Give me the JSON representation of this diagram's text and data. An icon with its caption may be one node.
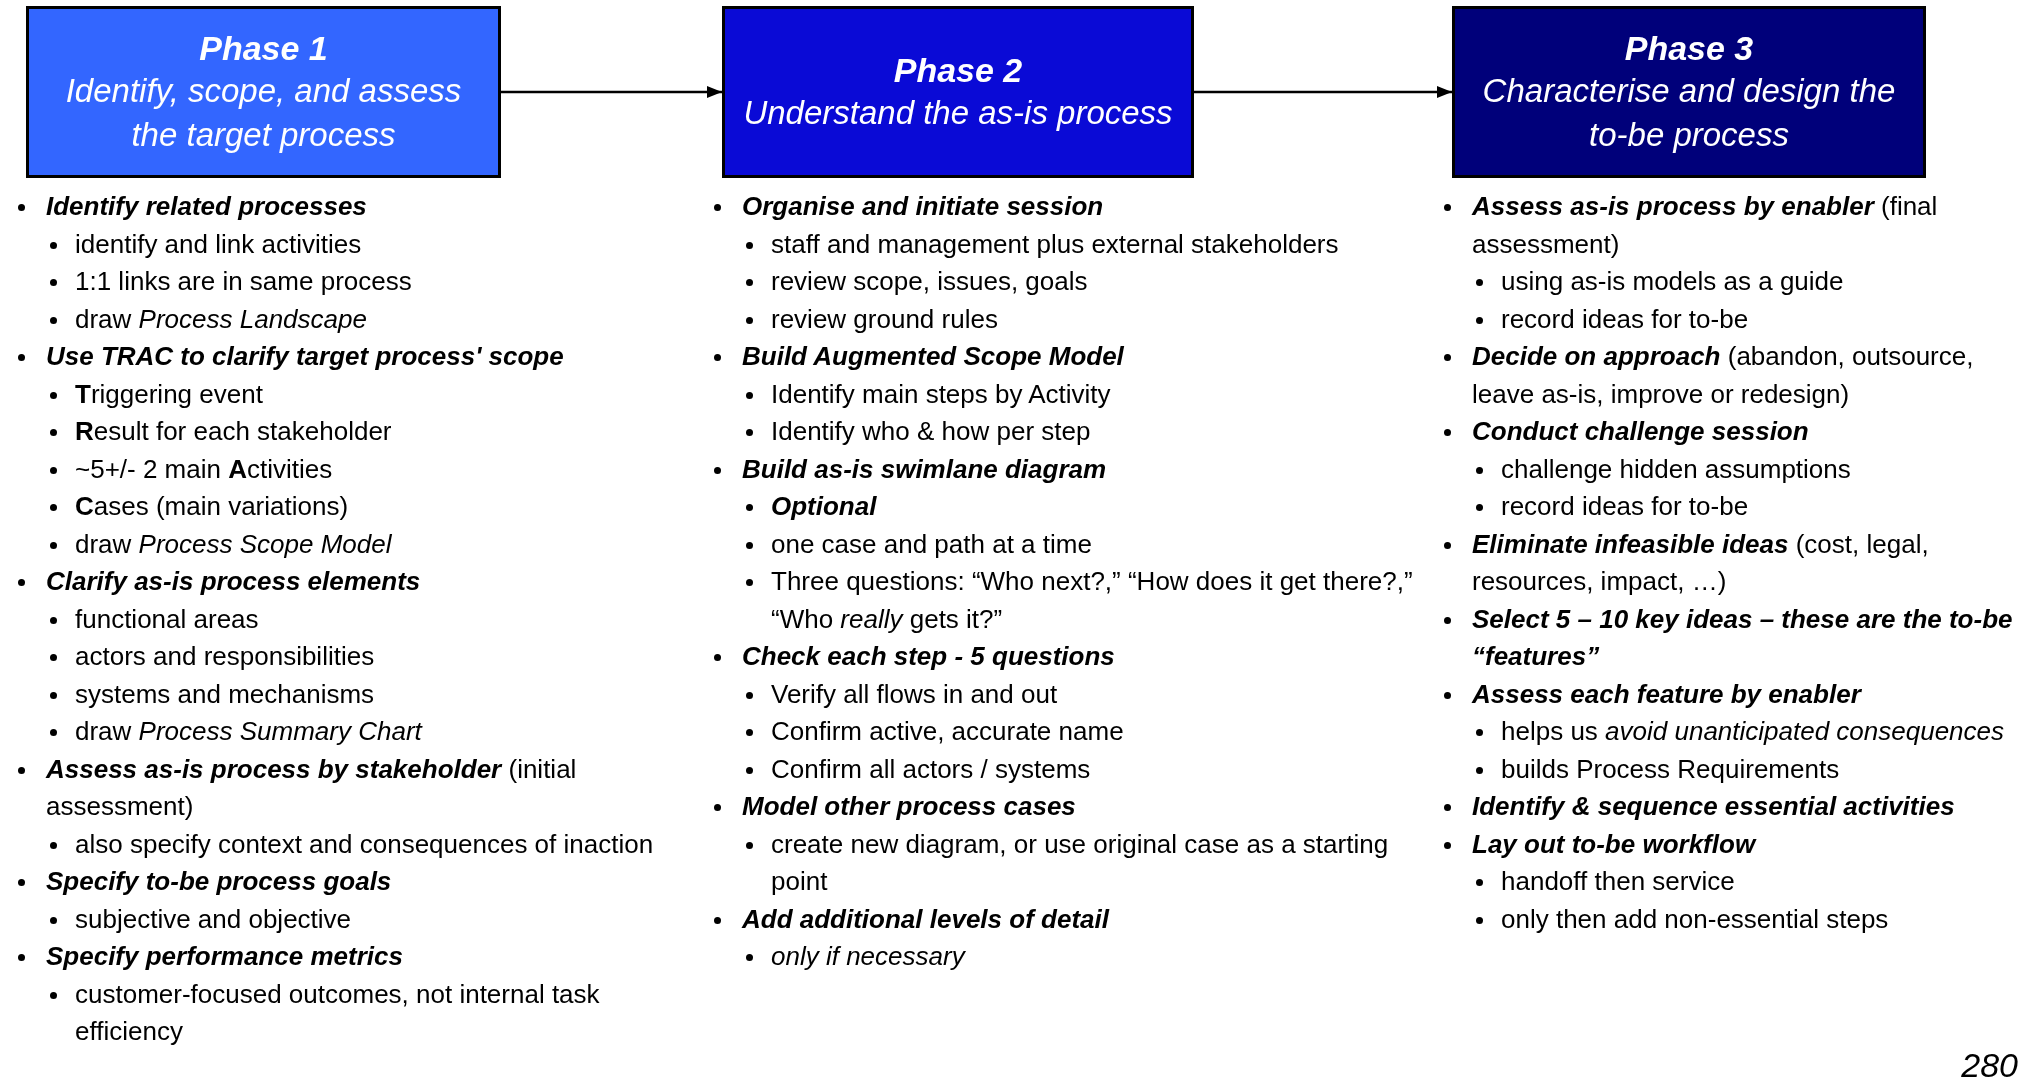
{
  "diagram": {
    "nodes": [
      {
        "text": [
          "Phase 1",
          "Identify, scope, and assess the target process"
        ],
        "beside": [
          "Identify related processes",
          "identify and link activities",
          "1:1 links are in same process",
          "draw *Process Landscape*",
          "Use TRAC to clarify target process' scope",
          "**T**riggering event",
          "**R**esult for each stakeholder",
          "~5+/- 2 main **A**ctivities",
          "**C**ases (main variations)",
          "draw *Process Scope Model*",
          "Clarify as-is process elements",
          "functional areas",
          "actors and responsibilities",
          "systems and mechanisms",
          "draw *Process Summary Chart*",
          "**Assess as-is process by stakeholder** (initial assessment)",
          "also specify context and consequences of inaction",
          "Specify to-be process goals",
          "subjective and objective",
          "Specify performance metrics",
          "customer-focused outcomes, not internal task efficiency"
        ]
      },
      {
        "text": [
          "Phase 2",
          "Understand the as-is process"
        ],
        "beside": [
          "Organise and initiate session",
          "staff and management plus external stakeholders",
          "review scope, issues, goals",
          "review ground rules",
          "Build Augmented Scope Model",
          "Identify main steps by Activity",
          "Identify who & how per step",
          "Build as-is swimlane diagram",
          "Optional",
          "one case and path at a time",
          "Three questions: “Who next?,” “How does it get there?,” “Who *really* gets it?”",
          "Check each step - 5 questions",
          "Verify all flows in and out",
          "Confirm active, accurate name",
          "Confirm all actors / systems",
          "Model other process cases",
          "create new diagram, or use original case as a starting point",
          "Add additional levels of detail",
          "only if necessary"
        ]
      },
      {
        "text": [
          "Phase 3",
          "Characterise and design the to-be process"
        ],
        "beside": [
          "**Assess as-is process by enabler** (final assessment)",
          "using as-is models as a guide",
          "record ideas for to-be",
          "**Decide on approach** (abandon, outsource, leave as-is, improve or redesign)",
          "Conduct challenge session",
          "challenge hidden assumptions",
          "record ideas for to-be",
          "**Eliminate infeasible ideas** (cost, legal, resources, impact, …)",
          "Select 5 – 10 key ideas – these are the to-be “features”",
          "Assess each feature by enabler",
          "helps us *avoid unanticipated consequences*",
          "builds Process Requirements",
          "Identify & sequence essential activities",
          "Lay out to-be workflow",
          "handoff then service",
          "only then add non-essential steps"
        ]
      }
    ],
    "edges": [
      {
        "from": 0,
        "to": 1,
        "arrow": "to"
      },
      {
        "from": 1,
        "to": 2,
        "arrow": "to"
      }
    ],
    "labels": [
      "280"
    ]
  }
}
